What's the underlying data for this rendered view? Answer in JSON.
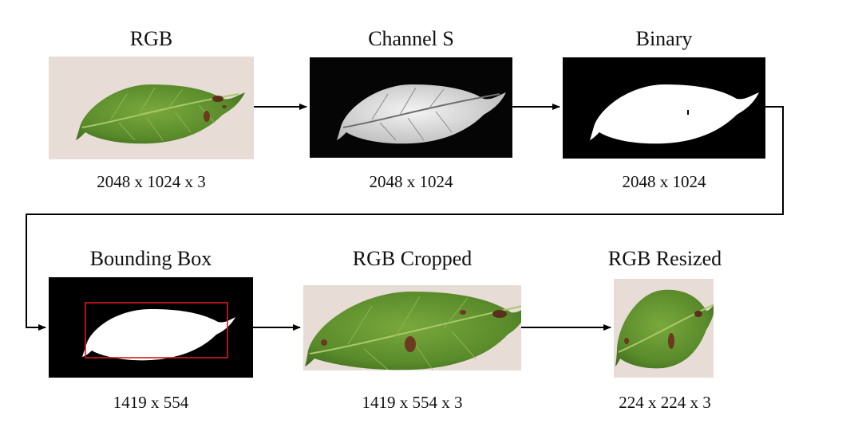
{
  "row1": [
    {
      "title": "RGB",
      "dims": "2048 x 1024 x 3"
    },
    {
      "title": "Channel S",
      "dims": "2048 x 1024"
    },
    {
      "title": "Binary",
      "dims": "2048 x 1024"
    }
  ],
  "row2": [
    {
      "title": "Bounding Box",
      "dims": "1419 x 554"
    },
    {
      "title": "RGB Cropped",
      "dims": "1419 x 554 x 3"
    },
    {
      "title": "RGB Resized",
      "dims": "224 x 224 x 3"
    }
  ],
  "colors": {
    "leaf": "#5e9130",
    "background_rgb": "#e8dcd6",
    "mask": "#000000",
    "bounding_box": "#d81b1b",
    "arrow": "#000000"
  }
}
